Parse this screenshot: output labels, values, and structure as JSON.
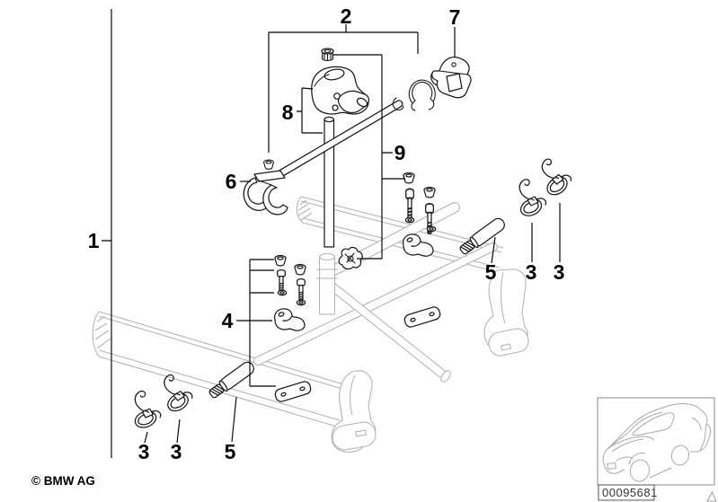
{
  "labels": {
    "n1": "1",
    "n2": "2",
    "n3": "3",
    "n4": "4",
    "n5": "5",
    "n6": "6",
    "n7": "7",
    "n8": "8",
    "n9": "9"
  },
  "footer": {
    "copyright": "© BMW AG"
  },
  "stamp": {
    "part_number": "00095681"
  },
  "icons": {
    "vehicle_thumbnail": "sedan-outline-icon",
    "corner_mark": "triangle-outline-icon"
  },
  "colors": {
    "ink": "#000000",
    "part_outline": "#1a1a1a",
    "structure": "#b5b5b5",
    "vehicle_sketch": "#a9a9a9",
    "background": "#ffffff"
  }
}
